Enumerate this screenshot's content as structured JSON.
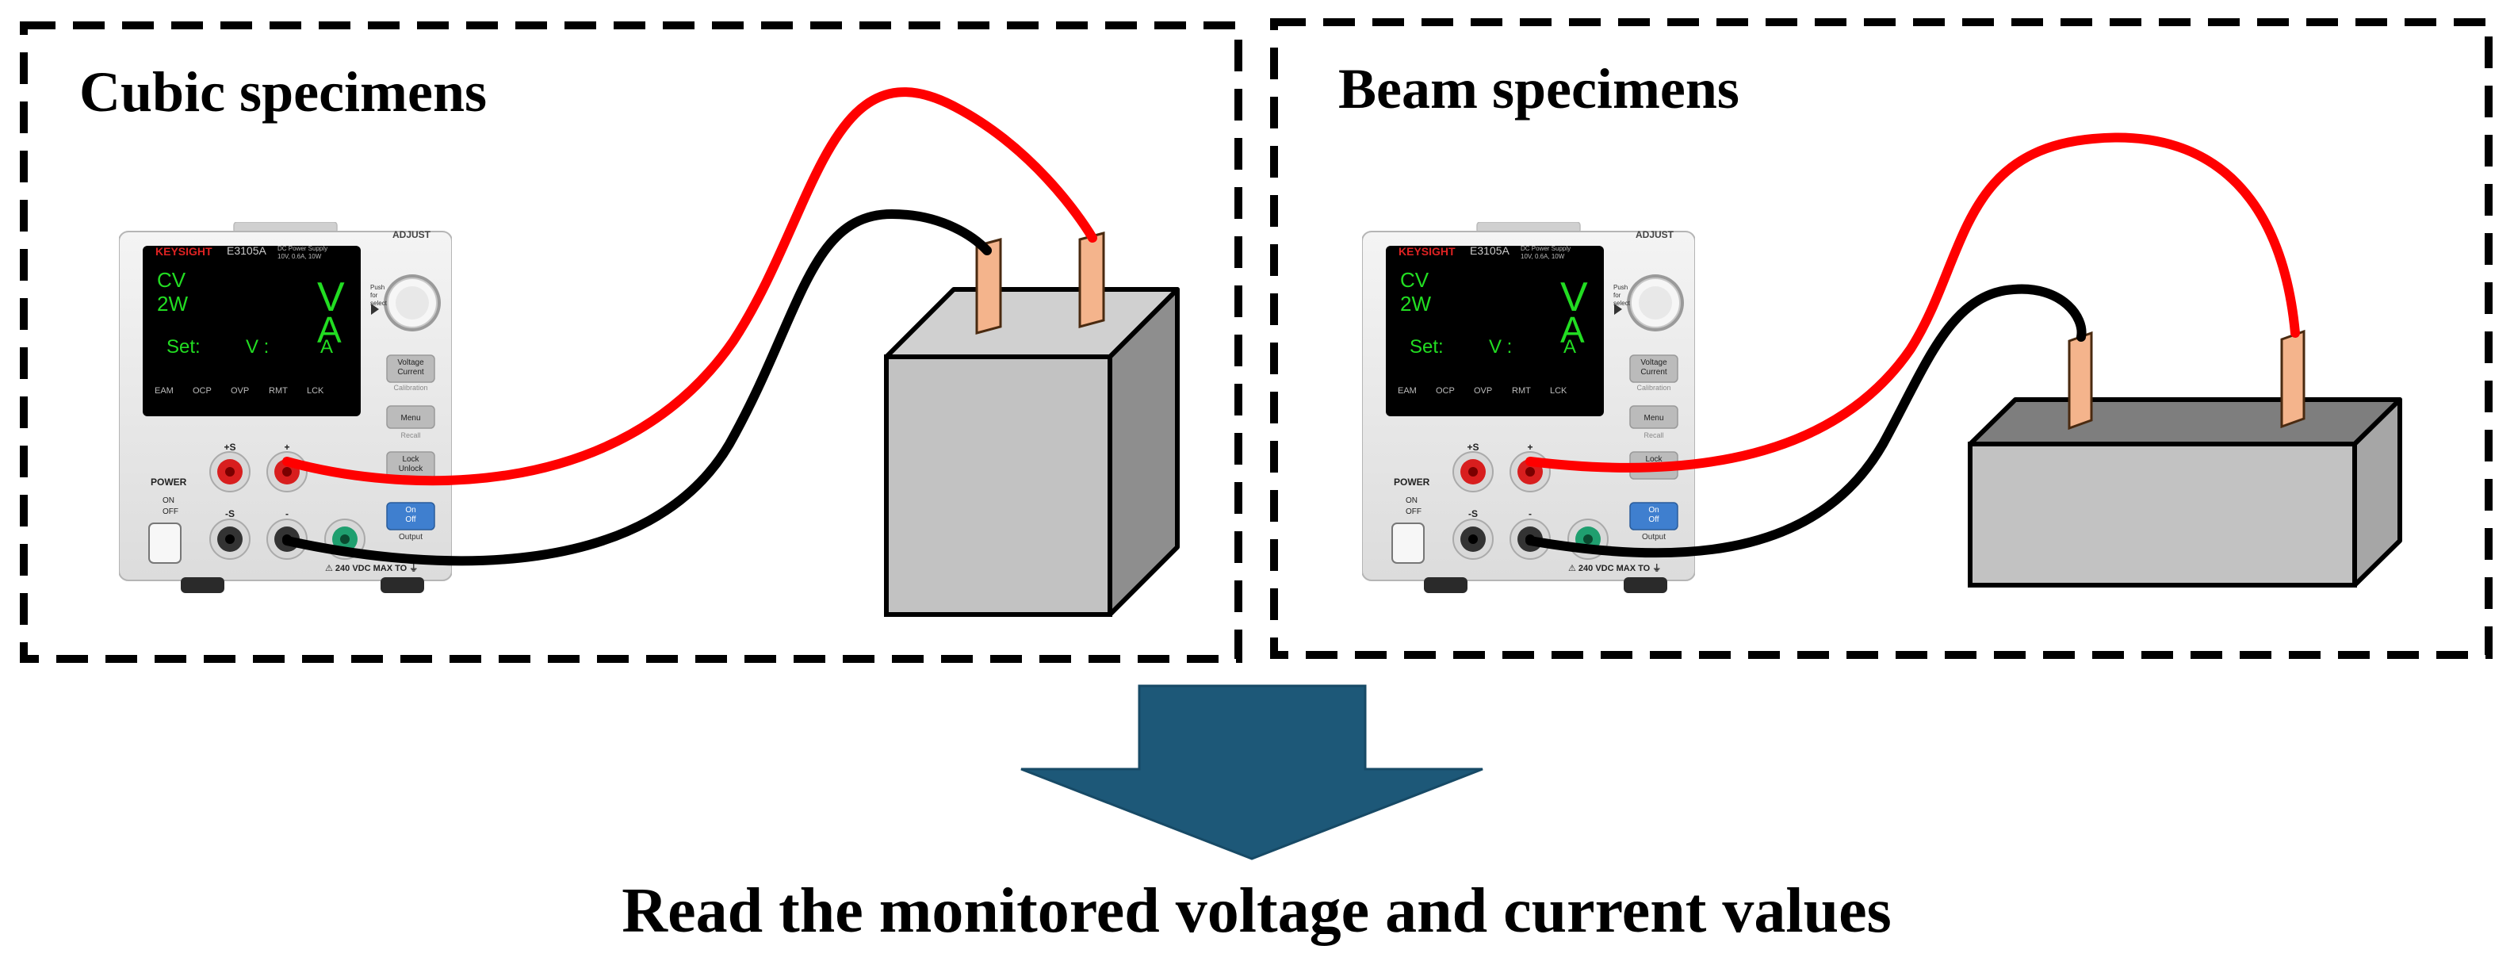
{
  "panels": {
    "cubic": {
      "title": "Cubic specimens"
    },
    "beam": {
      "title": "Beam specimens"
    }
  },
  "power_supply": {
    "brand": "KEYSIGHT",
    "model": "E3105A",
    "spec_line1": "DC Power Supply",
    "spec_line2": "10V, 0.6A, 10W",
    "display": {
      "mode": "CV",
      "power": "2W",
      "set_label": "Set:",
      "voltage_unit": "V",
      "current_unit": "A",
      "set_voltage_unit": "V :",
      "set_current_unit": "A"
    },
    "function_keys": [
      "EAM",
      "OCP",
      "OVP",
      "RMT",
      "LCK"
    ],
    "knob_label": "ADJUST",
    "push_label_1": "Push",
    "push_label_2": "for",
    "push_label_3": "select",
    "buttons": {
      "voltage_current": [
        "Voltage",
        "Current"
      ],
      "voltage_current_sub": "Calibration",
      "menu": "Menu",
      "menu_sub": "Recall",
      "lock": [
        "Lock",
        "Unlock"
      ],
      "output": [
        "On",
        "Off"
      ],
      "output_sub": "Output"
    },
    "terminal_labels": {
      "sense_plus": "+S",
      "plus": "+",
      "sense_minus": "-S",
      "minus": "-"
    },
    "power_label": "POWER",
    "on_label": "ON",
    "off_label": "OFF",
    "warning": "⚠ 240 VDC MAX TO ⏚"
  },
  "caption": "Read the monitored voltage and current values",
  "colors": {
    "red_lead": "#ff0000",
    "black_lead": "#000000",
    "arrow": "#1d5878",
    "electrode": "#f4b48c",
    "specimen_front": "#c2c2c2",
    "specimen_top": "#d0d0d0",
    "specimen_side": "#8e8e8e",
    "lcd_text": "#22dd22"
  }
}
